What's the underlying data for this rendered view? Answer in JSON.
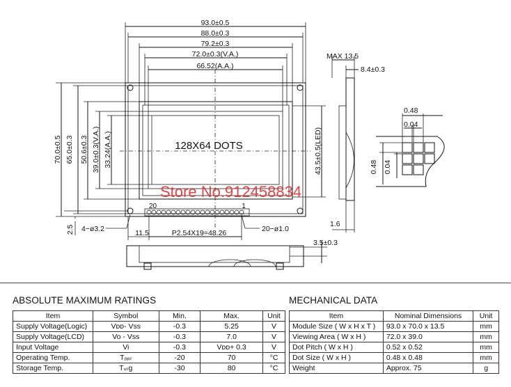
{
  "drawing": {
    "dims_top": [
      "93.0±0.5",
      "88.0±0.3",
      "79.2±0.3",
      "72.0±0.3(V.A.)",
      "66.52(A.A.)"
    ],
    "dims_left": [
      "70.0±0.5",
      "65.0±0.3",
      "50.6±0.3",
      "39.0±0.3(V.A.)",
      "33.24(A.A.)"
    ],
    "led_dim": "43.5±0.5(LED)",
    "dots_label": "128X64  DOTS",
    "pin_20": "20",
    "pin_1": "1",
    "hole_label": "4−ø3.2",
    "pin_hole_label": "20−ø1.0",
    "pitch_label": "P2.54X19=48.26",
    "offset_11_5": "11.5",
    "offset_2_5": "2.5",
    "side_max": "MAX  13.5",
    "side_8_4": "8.4±0.3",
    "side_1_6": "1.6",
    "bottom_3_5": "3.5±0.3",
    "dot_w1": "0.48",
    "dot_w2": "0.04",
    "dot_h1": "0.48",
    "dot_h2": "0.04",
    "watermark": "Store No.912458834"
  },
  "absolute_ratings": {
    "title": "ABSOLUTE MAXIMUM RATINGS",
    "headers": [
      "Item",
      "Symbol",
      "Min.",
      "Max.",
      "Unit"
    ],
    "rows": [
      [
        "Supply Voltage(Logic)",
        "Vᴅᴅ- Vss",
        "-0.3",
        "5.25",
        "V"
      ],
      [
        "Supply Voltage(LCD)",
        "Vo - Vss",
        "-0.3",
        "7.0",
        "V"
      ],
      [
        " Input  Voltage",
        "Vi",
        "-0.3",
        "Vᴅᴅ+ 0.3",
        "V"
      ],
      [
        " Operating Temp.",
        "Tₒₚᵣ",
        "-20",
        "70",
        "°C"
      ],
      [
        " Storage Temp.",
        "Tₛₜg",
        "-30",
        "80",
        "°C"
      ]
    ]
  },
  "mechanical_data": {
    "title": "MECHANICAL DATA",
    "headers": [
      "Item",
      "Nominal Dimensions",
      "Unit"
    ],
    "rows": [
      [
        "Module Size ( W x H x T )",
        "93.0 x 70.0 x 13.5",
        "mm"
      ],
      [
        "Viewing Area ( W x H )",
        "72.0 x 39.0",
        "mm"
      ],
      [
        "Dot Pitch ( W x H )",
        "0.52 x 0.52",
        "mm"
      ],
      [
        "Dot Size ( W x H )",
        "0.48 x 0.48",
        "mm"
      ],
      [
        "Weight",
        "Approx.  75",
        "g"
      ]
    ]
  }
}
